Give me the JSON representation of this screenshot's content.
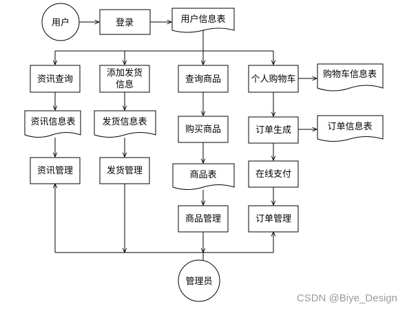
{
  "nodes": {
    "user": "用户",
    "login": "登录",
    "user_info_table": "用户信息表",
    "news_query": "资讯查询",
    "add_shipping_info_line1": "添加发货",
    "add_shipping_info_line2": "信息",
    "query_product": "查询商品",
    "personal_cart": "个人购物车",
    "cart_info_table": "购物车信息表",
    "news_info_table": "资讯信息表",
    "shipping_info_table": "发货信息表",
    "buy_product": "购买商品",
    "order_generate": "订单生成",
    "order_info_table": "订单信息表",
    "news_management": "资讯管理",
    "shipping_management": "发货管理",
    "product_table": "商品表",
    "online_payment": "在线支付",
    "product_management": "商品管理",
    "order_management": "订单管理",
    "admin": "管理员"
  },
  "watermark": "CSDN @Biye_Design"
}
